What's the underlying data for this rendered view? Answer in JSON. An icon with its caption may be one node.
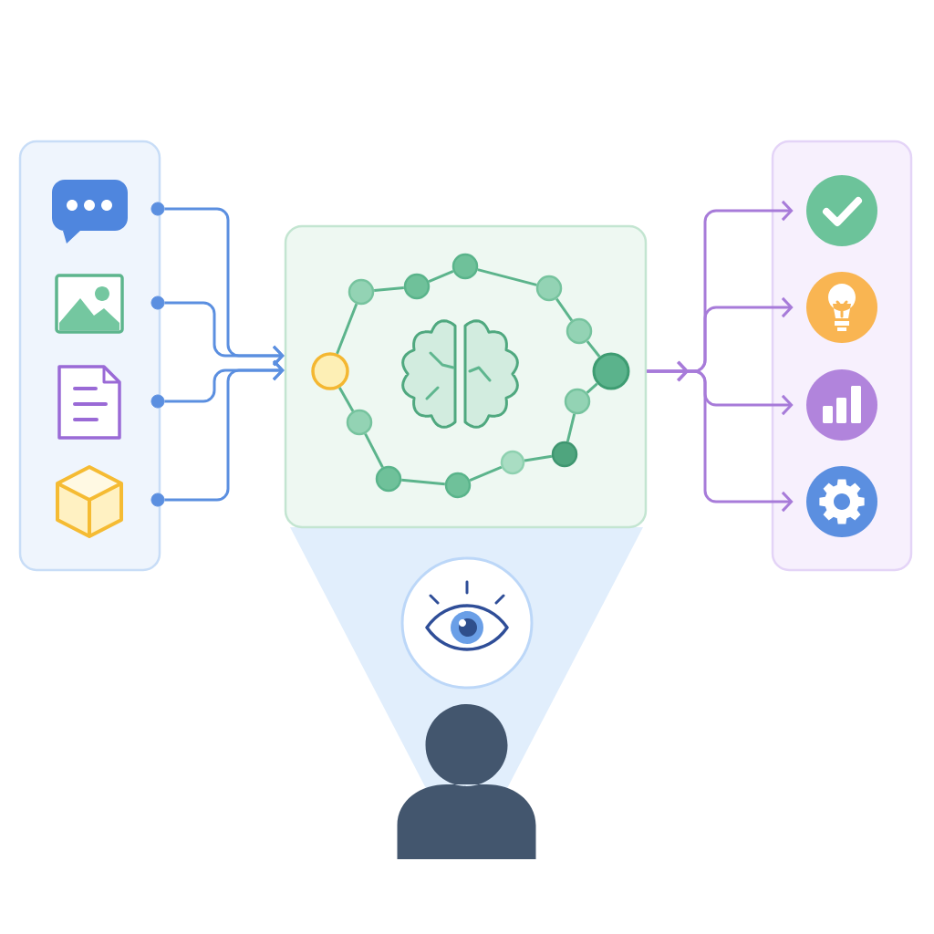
{
  "diagram": {
    "nodes": [
      {
        "text": [],
        "shape": "box"
      },
      {
        "text": [],
        "shape": "picture",
        "in": 0
      },
      {
        "text": [],
        "shape": "picture",
        "in": 0
      },
      {
        "text": [],
        "shape": "picture",
        "in": 0
      },
      {
        "text": [],
        "shape": "picture",
        "in": 0
      },
      {
        "text": [],
        "shape": "circle"
      },
      {
        "text": [],
        "shape": "circle"
      },
      {
        "text": [],
        "shape": "circle"
      },
      {
        "text": [],
        "shape": "circle"
      },
      {
        "text": [],
        "shape": "box"
      },
      {
        "text": [],
        "shape": "circle",
        "in": 9
      },
      {
        "text": [],
        "shape": "circle",
        "in": 9
      },
      {
        "text": [],
        "shape": "circle",
        "in": 9
      },
      {
        "text": [],
        "shape": "circle",
        "in": 9
      },
      {
        "text": [],
        "shape": "circle",
        "in": 9
      },
      {
        "text": [],
        "shape": "circle",
        "in": 9
      },
      {
        "text": [],
        "shape": "circle",
        "in": 9
      },
      {
        "text": [],
        "shape": "circle",
        "in": 9
      },
      {
        "text": [],
        "shape": "circle",
        "in": 9
      },
      {
        "text": [],
        "shape": "circle",
        "in": 9
      },
      {
        "text": [],
        "shape": "circle",
        "in": 9
      },
      {
        "text": [],
        "shape": "circle",
        "in": 9
      },
      {
        "text": [],
        "shape": "circle",
        "in": 9
      },
      {
        "text": [],
        "shape": "picture",
        "in": 9
      },
      {
        "text": [],
        "shape": "box"
      },
      {
        "text": [],
        "shape": "picture",
        "in": 24
      },
      {
        "text": [],
        "shape": "picture",
        "in": 24
      },
      {
        "text": [],
        "shape": "picture",
        "in": 24
      },
      {
        "text": [],
        "shape": "picture",
        "in": 24
      },
      {
        "text": [],
        "shape": "circle"
      },
      {
        "text": [],
        "shape": "person"
      }
    ],
    "edges": [
      {
        "from": 5,
        "to": 9,
        "arrow": "to",
        "color": "#5b8fe0"
      },
      {
        "from": 6,
        "to": 9,
        "arrow": "to",
        "color": "#5b8fe0"
      },
      {
        "from": 7,
        "to": 9,
        "arrow": "to",
        "color": "#5b8fe0"
      },
      {
        "from": 8,
        "to": 9,
        "arrow": "to",
        "color": "#5b8fe0"
      },
      {
        "from": 9,
        "to": 25,
        "arrow": "to",
        "color": "#a77bd9"
      },
      {
        "from": 9,
        "to": 26,
        "arrow": "to",
        "color": "#a77bd9"
      },
      {
        "from": 9,
        "to": 27,
        "arrow": "to",
        "color": "#a77bd9"
      },
      {
        "from": 9,
        "to": 28,
        "arrow": "to",
        "color": "#a77bd9"
      },
      {
        "from": 10,
        "to": 11,
        "arrow": "none"
      },
      {
        "from": 11,
        "to": 12,
        "arrow": "none"
      },
      {
        "from": 12,
        "to": 13,
        "arrow": "none"
      },
      {
        "from": 13,
        "to": 14,
        "arrow": "none"
      },
      {
        "from": 14,
        "to": 15,
        "arrow": "none"
      },
      {
        "from": 15,
        "to": 16,
        "arrow": "none"
      },
      {
        "from": 16,
        "to": 17,
        "arrow": "none"
      },
      {
        "from": 17,
        "to": 18,
        "arrow": "none"
      },
      {
        "from": 18,
        "to": 19,
        "arrow": "none"
      },
      {
        "from": 19,
        "to": 20,
        "arrow": "none"
      },
      {
        "from": 20,
        "to": 21,
        "arrow": "none"
      },
      {
        "from": 21,
        "to": 22,
        "arrow": "none"
      },
      {
        "from": 22,
        "to": 10,
        "arrow": "none"
      }
    ]
  }
}
